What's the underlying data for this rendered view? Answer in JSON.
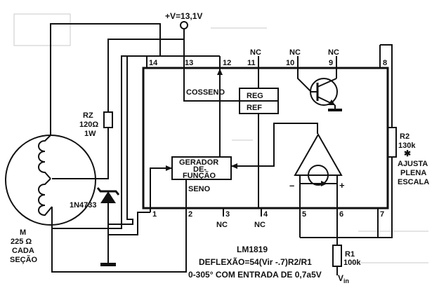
{
  "supply": {
    "label": "+V=13,1V"
  },
  "ic": {
    "pins": {
      "p1": "1",
      "p2": "2",
      "p3": "3",
      "p4": "4",
      "p5": "5",
      "p6": "6",
      "p7": "7",
      "p8": "8",
      "p9": "9",
      "p10": "10",
      "p11": "11",
      "p12": "12",
      "p13": "13",
      "p14": "14"
    },
    "nc": "NC",
    "cosine_label": "COSSENO",
    "sine_label": "SENO",
    "regulator": {
      "line1": "REG",
      "line2": "REF"
    },
    "function_generator": {
      "line1": "GERADOR",
      "line2": "DE-",
      "line3": "FUNÇÃO"
    },
    "opamp": {
      "minus": "–",
      "plus": "+"
    }
  },
  "rz": {
    "name": "RZ",
    "value": "120Ω",
    "power": "1W"
  },
  "zener": {
    "part": "1N4733"
  },
  "meter": {
    "name": "M",
    "value": "225 Ω",
    "line3": "CADA",
    "line4": "SEÇÃO"
  },
  "r2": {
    "name": "R2",
    "value": "130k",
    "star": "✱",
    "note1": "AJUSTA",
    "note2": "PLENA",
    "note3": "ESCALA"
  },
  "r1": {
    "name": "R1",
    "value": "100k"
  },
  "vin": {
    "label": "V",
    "sub": "in"
  },
  "notes": {
    "chip": "LM1819",
    "formula": "DEFLEXÃO=54(Vir -.7)R2/R1",
    "range": "0-305° COM ENTRADA DE 0,7a5V"
  }
}
